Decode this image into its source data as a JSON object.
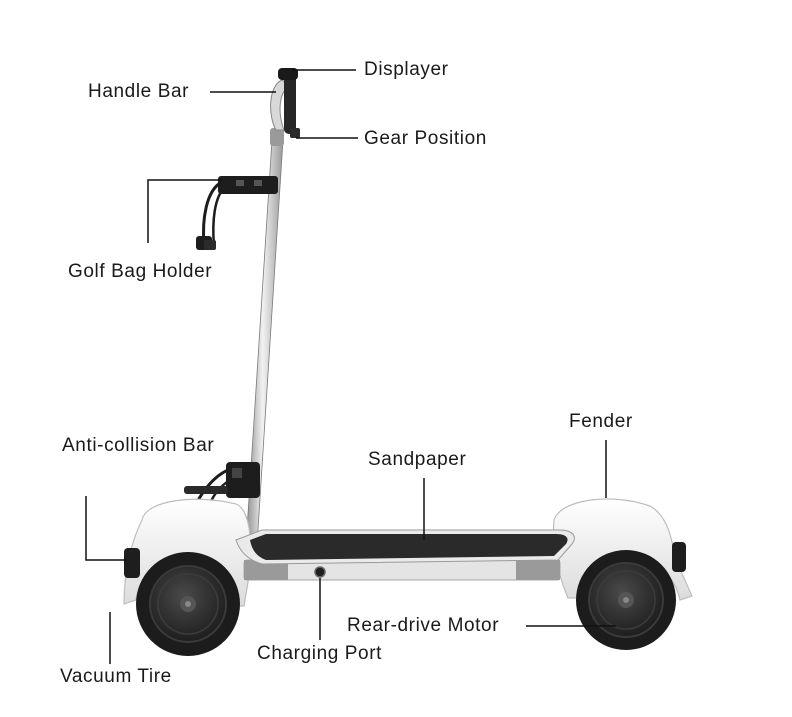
{
  "labels": {
    "displayer": "Displayer",
    "handle_bar": "Handle Bar",
    "gear_position": "Gear Position",
    "golf_bag_holder": "Golf Bag Holder",
    "anti_collision_bar": "Anti-collision Bar",
    "sandpaper": "Sandpaper",
    "fender": "Fender",
    "rear_drive_motor": "Rear-drive Motor",
    "charging_port": "Charging Port",
    "vacuum_tire": "Vacuum Tire"
  },
  "colors": {
    "body_white": "#f4f4f4",
    "deck_black": "#2a2a2a",
    "tire_black": "#1c1c1c",
    "pole_silver": "#c9c9c9",
    "leader_line": "#111111"
  }
}
